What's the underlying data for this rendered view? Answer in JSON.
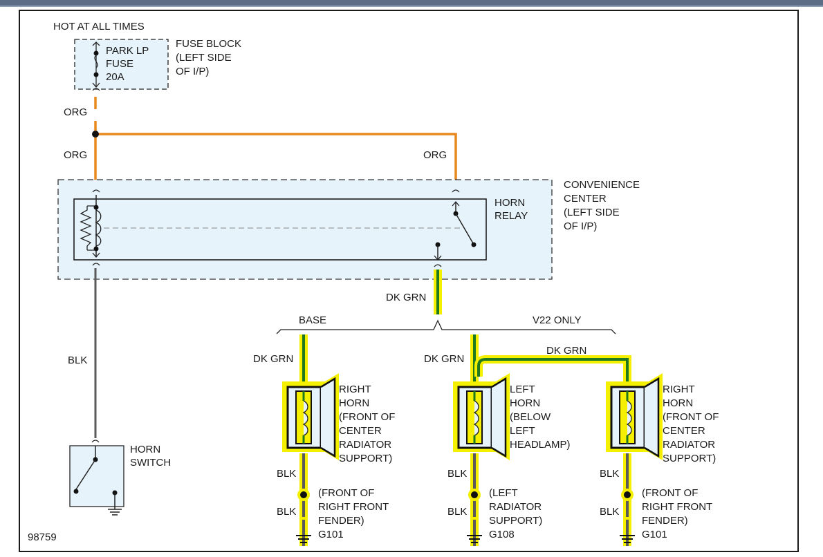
{
  "labels": {
    "hot_at_all_times": "HOT AT ALL TIMES",
    "fuse_name": [
      "PARK LP",
      "FUSE",
      "20A"
    ],
    "fuse_block": [
      "FUSE BLOCK",
      "(LEFT SIDE",
      "OF I/P)"
    ],
    "convenience_center": [
      "CONVENIENCE",
      "CENTER",
      "(LEFT SIDE",
      "OF I/P)"
    ],
    "horn_relay": [
      "HORN",
      "RELAY"
    ],
    "horn_switch": [
      "HORN",
      "SWITCH"
    ],
    "base": "BASE",
    "v22_only": "V22 ONLY",
    "figure_number": "98759"
  },
  "wires": {
    "org_1": "ORG",
    "org_2": "ORG",
    "org_3": "ORG",
    "blk_switch": "BLK",
    "dk_grn_relay_out": "DK GRN",
    "dk_grn_base": "DK GRN",
    "dk_grn_left": "DK GRN",
    "dk_grn_jumper": "DK GRN",
    "blk_base_1": "BLK",
    "blk_base_2": "BLK",
    "blk_left_1": "BLK",
    "blk_left_2": "BLK",
    "blk_right_1": "BLK",
    "blk_right_2": "BLK"
  },
  "horns": {
    "base_right": [
      "RIGHT",
      "HORN",
      "(FRONT OF",
      "CENTER",
      "RADIATOR",
      "SUPPORT)"
    ],
    "left": [
      "LEFT",
      "HORN",
      "(BELOW",
      "LEFT",
      "HEADLAMP)"
    ],
    "v22_right": [
      "RIGHT",
      "HORN",
      "(FRONT OF",
      "CENTER",
      "RADIATOR",
      "SUPPORT)"
    ]
  },
  "grounds": {
    "base": [
      "(FRONT OF",
      "RIGHT FRONT",
      "FENDER)",
      "G101"
    ],
    "left": [
      "(LEFT",
      "RADIATOR",
      "SUPPORT)",
      "G108"
    ],
    "v22_right": [
      "(FRONT OF",
      "RIGHT FRONT",
      "FENDER)",
      "G101"
    ]
  },
  "colors": {
    "org_wire": "#e8891e",
    "blk_wire": "#5a5a5a",
    "dk_grn_wire": "#1f7a1f",
    "highlight": "#f4f000",
    "component_fill": "#e6f3fb"
  }
}
